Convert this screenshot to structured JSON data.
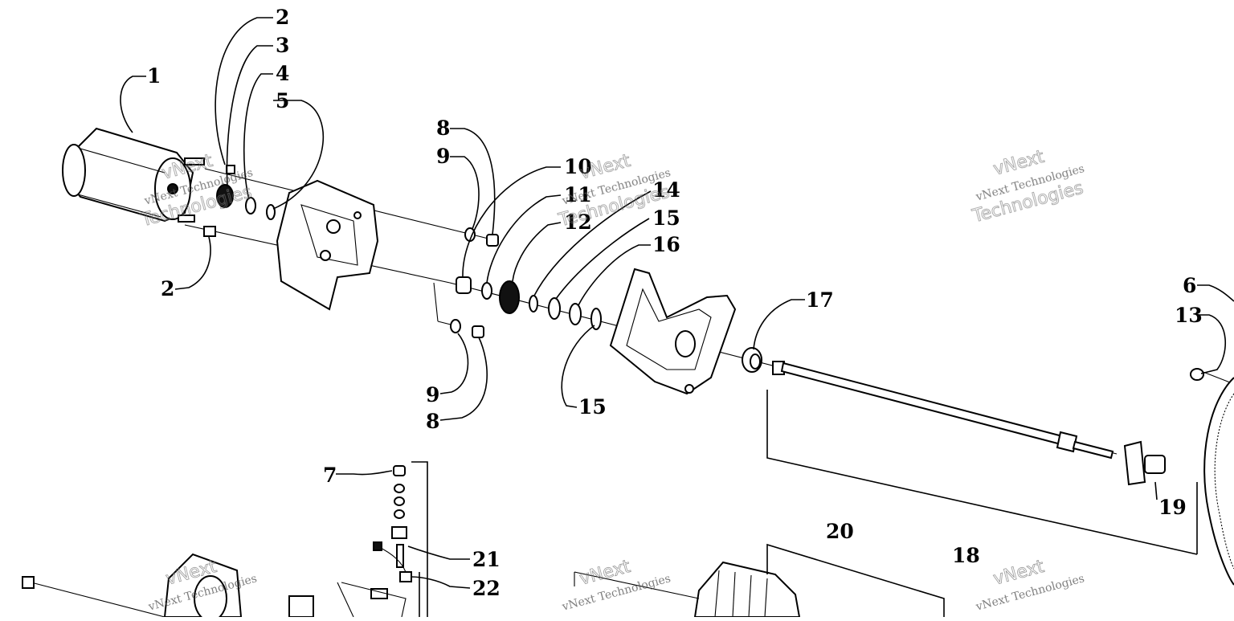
{
  "labels": {
    "p1": "1",
    "p2a": "2",
    "p2b": "2",
    "p3": "3",
    "p4": "4",
    "p5": "5",
    "p6": "6",
    "p7": "7",
    "p8a": "8",
    "p8b": "8",
    "p9a": "9",
    "p9b": "9",
    "p10": "10",
    "p11": "11",
    "p12": "12",
    "p13": "13",
    "p14": "14",
    "p15a": "15",
    "p15b": "15",
    "p16": "16",
    "p17": "17",
    "p18": "18",
    "p19": "19",
    "p20": "20",
    "p21": "21",
    "p22": "22"
  },
  "watermarks": {
    "brand": "vNext",
    "line": "vNext Technologies",
    "word": "Technologies"
  }
}
